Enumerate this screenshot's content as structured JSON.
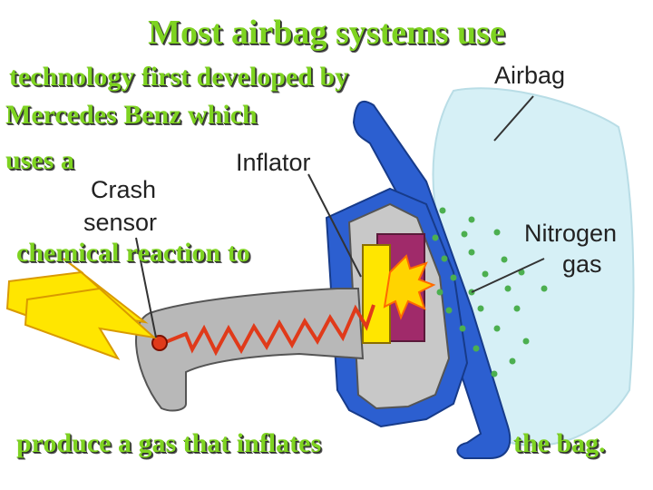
{
  "slide": {
    "title": "Most airbag systems use",
    "line1": "technology first developed by",
    "line2": "Mercedes Benz which",
    "line3": "uses a",
    "line4": "chemical reaction to",
    "line5": "produce a gas that inflates",
    "line6": "the bag."
  },
  "diagram": {
    "labels": {
      "airbag": "Airbag",
      "inflator": "Inflator",
      "crash": "Crash",
      "sensor": "sensor",
      "nitrogen": "Nitrogen",
      "gas": "gas"
    }
  },
  "colors": {
    "text": "#7ed321",
    "steering": "#2c5fd0",
    "bag": "#d6f0f6",
    "gas_dots": "#4caf50",
    "spark": "#ffe600",
    "wire": "#e03a1a"
  }
}
